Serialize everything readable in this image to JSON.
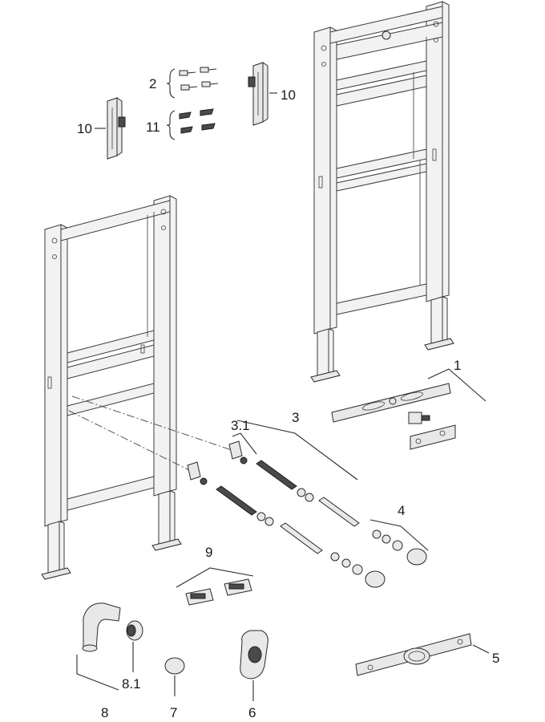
{
  "callouts": {
    "c1": "1",
    "c2": "2",
    "c3": "3",
    "c31": "3.1",
    "c4": "4",
    "c5": "5",
    "c6": "6",
    "c7": "7",
    "c8": "8",
    "c81": "8.1",
    "c9": "9",
    "c10a": "10",
    "c10b": "10",
    "c11": "11"
  }
}
